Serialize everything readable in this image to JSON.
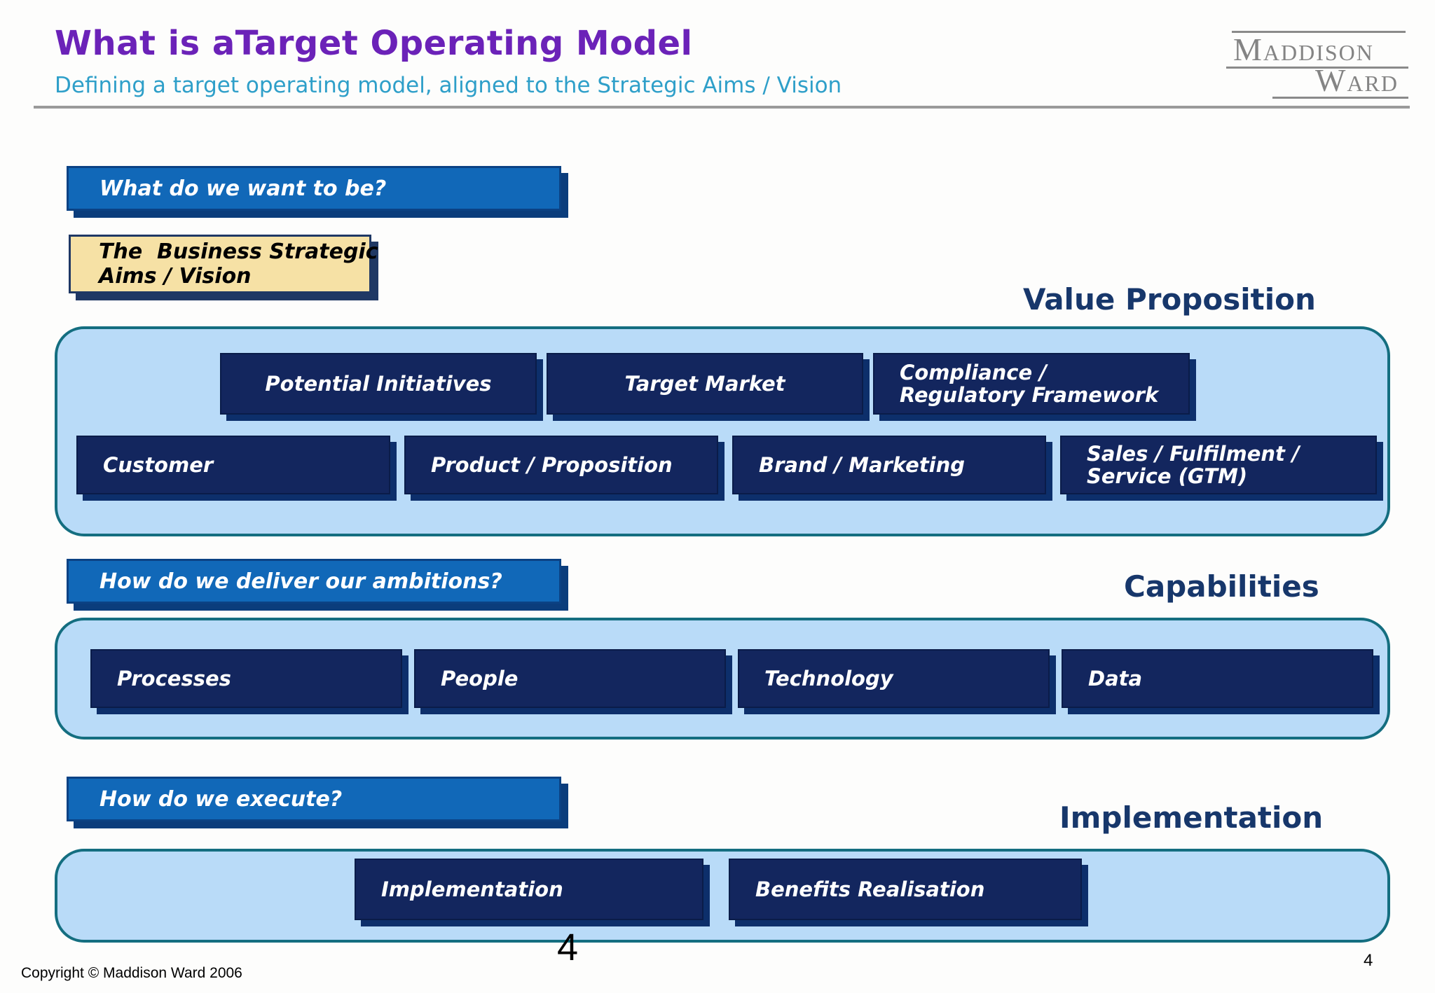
{
  "title": "What is aTarget Operating Model",
  "subtitle": "Defining a target operating model, aligned to the Strategic Aims / Vision",
  "logo": {
    "word1": "Maddison",
    "word2": "Ward"
  },
  "questions": {
    "q1": "What do we want to be?",
    "q2": "How do we deliver our ambitions?",
    "q3": "How do we execute?"
  },
  "strategic_box": {
    "line1": "The  Business Strategic",
    "line2": "Aims / Vision"
  },
  "sections": {
    "value_proposition": {
      "heading": "Value Proposition",
      "row1": [
        "Potential Initiatives",
        "Target Market",
        "Compliance / Regulatory Framework"
      ],
      "row2": [
        "Customer",
        "Product / Proposition",
        "Brand / Marketing",
        "Sales / Fulfilment / Service (GTM)"
      ]
    },
    "capabilities": {
      "heading": "Capabilities",
      "items": [
        "Processes",
        "People",
        "Technology",
        "Data"
      ]
    },
    "implementation": {
      "heading": "Implementation",
      "items": [
        "Implementation",
        "Benefits Realisation"
      ]
    }
  },
  "footer": {
    "copyright": "Copyright © Maddison Ward 2006",
    "page_number_large": "4",
    "page_number_small": "4"
  },
  "colors": {
    "title_purple": "#6B22B8",
    "subtitle_teal": "#2E9FC9",
    "question_blue": "#1168B8",
    "question_shadow": "#0B3D7C",
    "navy_box": "#13265E",
    "navy_box_shadow": "#0D2F6B",
    "container_fill": "#B9DBF8",
    "container_border": "#146E80",
    "strategic_fill": "#F6E1A5",
    "strategic_border": "#1F3864",
    "heading_navy": "#17376B",
    "logo_gray": "#8A8A8A"
  }
}
